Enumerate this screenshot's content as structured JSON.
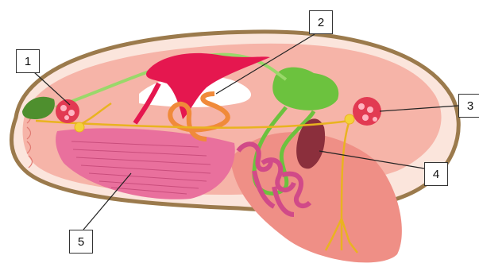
{
  "callouts": [
    {
      "label": "1"
    },
    {
      "label": "2"
    },
    {
      "label": "3"
    },
    {
      "label": "4"
    },
    {
      "label": "5"
    }
  ],
  "colors": {
    "shell": "#9b7a4c",
    "mantle": "#f6b4a8",
    "body": "#ef8f86",
    "heart": "#e5174f",
    "digestive_gland": "#6cc23e",
    "nerve": "#e9b320",
    "gonad": "#d14a88",
    "gill": "#e9709d",
    "kidney": "#8b2f3c"
  }
}
